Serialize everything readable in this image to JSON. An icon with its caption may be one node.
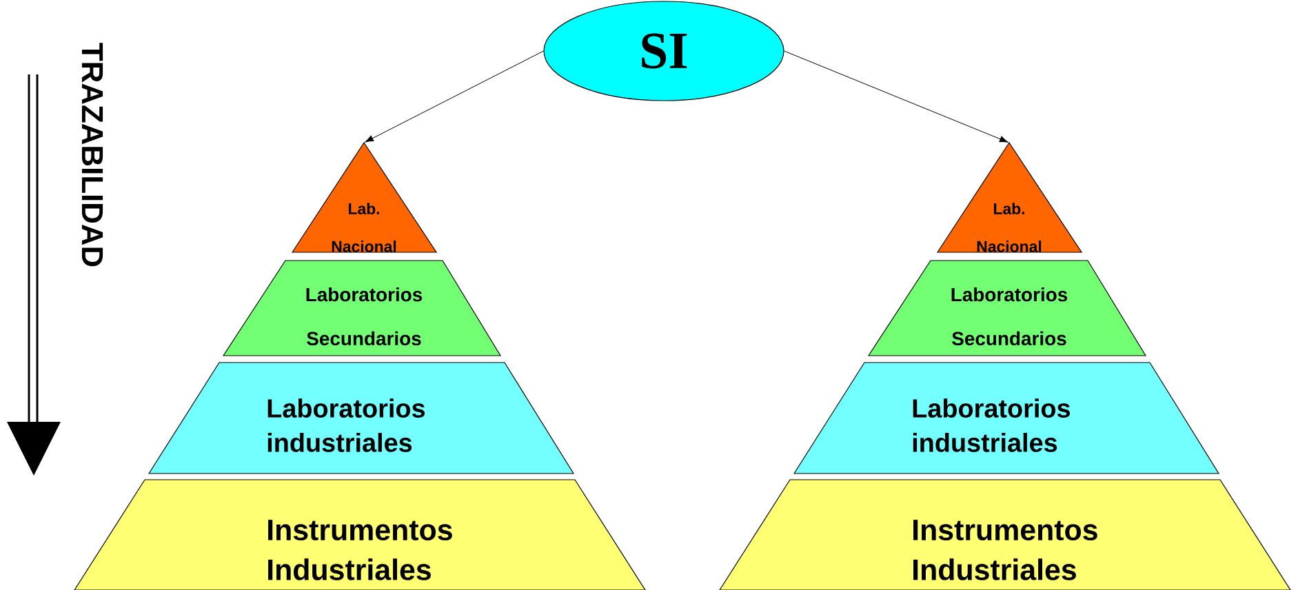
{
  "diagram": {
    "nodes": [
      {
        "text": [
          "SI"
        ]
      },
      {
        "text": [
          "Lab. Nacional"
        ]
      },
      {
        "text": [
          "Laboratorios Secundarios"
        ]
      },
      {
        "text": [
          "Laboratorios industriales"
        ]
      },
      {
        "text": [
          "Instrumentos Industriales"
        ]
      },
      {
        "text": [
          "Lab. Nacional"
        ]
      },
      {
        "text": [
          "Laboratorios Secundarios"
        ]
      },
      {
        "text": [
          "Laboratorios industriales"
        ]
      },
      {
        "text": [
          "Instrumentos Industriales"
        ]
      }
    ],
    "edges": [
      {
        "from": 0,
        "to": 1,
        "arrow": "to"
      },
      {
        "from": 0,
        "to": 5,
        "arrow": "to"
      }
    ],
    "labels": [
      "TRAZABILIDAD"
    ]
  }
}
